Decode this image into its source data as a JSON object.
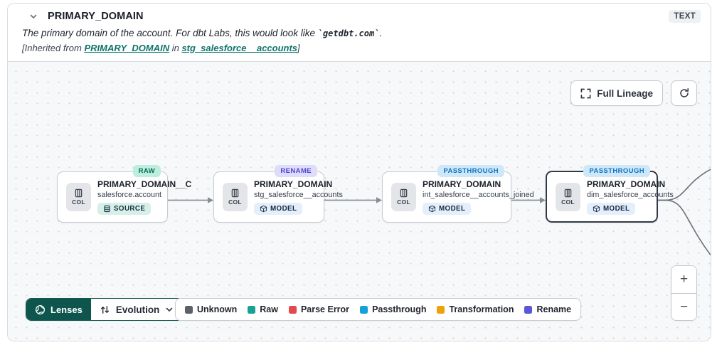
{
  "header": {
    "title": "PRIMARY_DOMAIN",
    "type_badge": "TEXT",
    "description_prefix": "The primary domain of the account. For dbt Labs, this would look like ",
    "description_code": "`getdbt.com`",
    "description_suffix": ".",
    "inherited_prefix": "[Inherited from ",
    "inherited_link_column": "PRIMARY_DOMAIN",
    "inherited_middle": " in ",
    "inherited_link_model": "stg_salesforce__accounts",
    "inherited_suffix": "]"
  },
  "canvas": {
    "full_lineage_label": "Full Lineage",
    "nodes": [
      {
        "badge": "RAW",
        "col_label": "COL",
        "title": "PRIMARY_DOMAIN__C",
        "subtitle": "salesforce.account",
        "type": "SOURCE",
        "selected": false
      },
      {
        "badge": "RENAME",
        "col_label": "COL",
        "title": "PRIMARY_DOMAIN",
        "subtitle": "stg_salesforce__accounts",
        "type": "MODEL",
        "selected": false
      },
      {
        "badge": "PASSTHROUGH",
        "col_label": "COL",
        "title": "PRIMARY_DOMAIN",
        "subtitle": "int_salesforce__accounts_joined",
        "type": "MODEL",
        "selected": false
      },
      {
        "badge": "PASSTHROUGH",
        "col_label": "COL",
        "title": "PRIMARY_DOMAIN",
        "subtitle": "dim_salesforce_accounts",
        "type": "MODEL",
        "selected": true
      }
    ]
  },
  "toolbar": {
    "lenses_label": "Lenses",
    "lens_selected": "Evolution"
  },
  "legend": {
    "items": [
      {
        "label": "Unknown",
        "color": "#5c6167"
      },
      {
        "label": "Raw",
        "color": "#16a394"
      },
      {
        "label": "Parse Error",
        "color": "#e5484d"
      },
      {
        "label": "Passthrough",
        "color": "#14a1d9"
      },
      {
        "label": "Transformation",
        "color": "#f0a009"
      },
      {
        "label": "Rename",
        "color": "#5a56d6"
      }
    ]
  },
  "zoom_controls": {
    "zoom_in": "+",
    "zoom_out": "−"
  },
  "icons": {
    "chevron_down_icon": "collapse caret",
    "columns_icon": "column glyph in COL chip",
    "source_icon": "layered rows",
    "model_icon": "3d cube",
    "expand_icon": "corner brackets",
    "refresh_icon": "circular arrow",
    "lenses_icon": "aperture",
    "evolution_icon": "sort arrows"
  },
  "colors": {
    "accent_teal": "#0e7569",
    "card_border": "#d9dbe0",
    "lenses_bg": "#0e564d",
    "badge_raw_bg": "#bdeedd",
    "badge_raw_text": "#0b6a5d",
    "badge_rename_bg": "#dedcfa",
    "badge_rename_text": "#4c48d2",
    "badge_passthrough_bg": "#cfe8f9",
    "badge_passthrough_text": "#1175c0",
    "type_source_bg": "#d7efe9",
    "type_source_text": "#14333c",
    "type_model_bg": "#e3f0fb",
    "type_model_text": "#182742"
  }
}
